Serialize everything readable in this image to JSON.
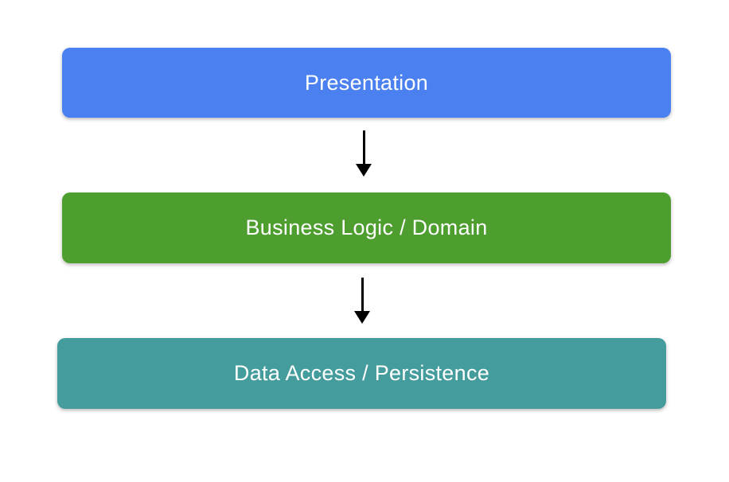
{
  "diagram": {
    "type": "layered-architecture",
    "background_color": "#FFFFFF",
    "text_color": "#FFFFFF",
    "arrow_color": "#000000",
    "layers": [
      {
        "label": "Presentation",
        "color": "#4A80F0"
      },
      {
        "label": "Business Logic / Domain",
        "color": "#4D9E2F"
      },
      {
        "label": "Data Access / Persistence",
        "color": "#449C9C"
      }
    ],
    "arrows": [
      {
        "name": "presentation-to-business-logic",
        "direction": "down"
      },
      {
        "name": "business-logic-to-data-access",
        "direction": "down"
      }
    ]
  }
}
